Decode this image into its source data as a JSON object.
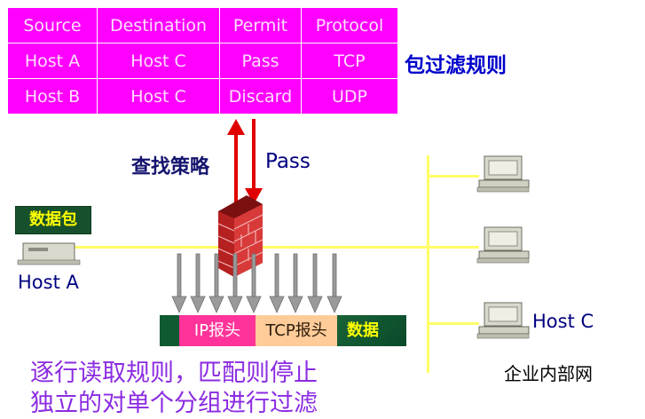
{
  "rules_table": {
    "headers": [
      "Source",
      "Destination",
      "Permit",
      "Protocol"
    ],
    "rows": [
      [
        "Host A",
        "Host C",
        "Pass",
        "TCP"
      ],
      [
        "Host B",
        "Host C",
        "Discard",
        "UDP"
      ]
    ]
  },
  "labels": {
    "rules_title": "包过滤规则",
    "lookup_policy": "查找策略",
    "pass": "Pass",
    "packet_badge": "数据包",
    "host_a": "Host A",
    "host_c": "Host C",
    "intranet": "企业内部网"
  },
  "packet": {
    "ip_header": "IP报头",
    "tcp_header": "TCP报头",
    "data": "数据"
  },
  "caption": {
    "line1": "逐行读取规则，匹配则停止",
    "line2": "独立的对单个分组进行过滤"
  },
  "colors": {
    "table_bg": "#ff00ff",
    "arrow_red": "#e00000",
    "network_line": "#ffff66",
    "ip_header_bg": "#ff3399",
    "tcp_header_bg": "#ffcc99",
    "caption": "#8b2be2"
  }
}
